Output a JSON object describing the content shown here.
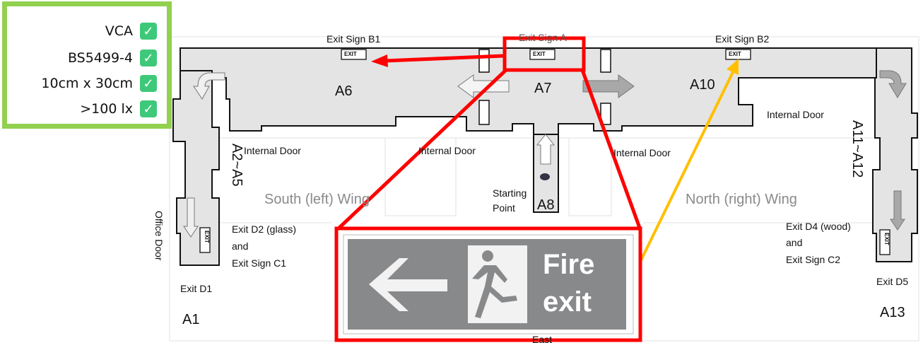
{
  "checklist": {
    "items": [
      {
        "label": "VCA",
        "checked": true
      },
      {
        "label": "BS5499-4",
        "checked": true
      },
      {
        "label": "10cm x 30cm",
        "checked": true
      },
      {
        "label": ">100 lx",
        "checked": true
      }
    ],
    "check_icon": "check-box-icon",
    "border_color": "#92d050"
  },
  "plan": {
    "exit_signs": {
      "b1": "Exit Sign B1",
      "a": "Exit Sign A",
      "b2": "Exit Sign B2",
      "badge": "EXIT"
    },
    "rooms": {
      "a1": "A1",
      "a2_a5": "A2~A5",
      "a6": "A6",
      "a7": "A7",
      "a8": "A8",
      "a10": "A10",
      "a11_a12": "A11~A12",
      "a13": "A13"
    },
    "doors": {
      "internal": "Internal Door",
      "office": "Office Door",
      "d1": "Exit D1",
      "d2_lines": [
        "Exit D2 (glass)",
        "and",
        "Exit Sign C1"
      ],
      "d4_lines": [
        "Exit D4 (wood)",
        "and",
        "Exit Sign C2"
      ],
      "d5": "Exit D5"
    },
    "wings": {
      "south": "South (left) Wing",
      "north": "North (right) Wing",
      "east": "East"
    },
    "starting_point": [
      "Starting",
      "Point"
    ]
  },
  "sign_zoom": {
    "line1": "Fire",
    "line2": "exit",
    "highlight_color": "#ff0000",
    "pointer_color": "#ffc000",
    "sign_color": "#88898b"
  }
}
